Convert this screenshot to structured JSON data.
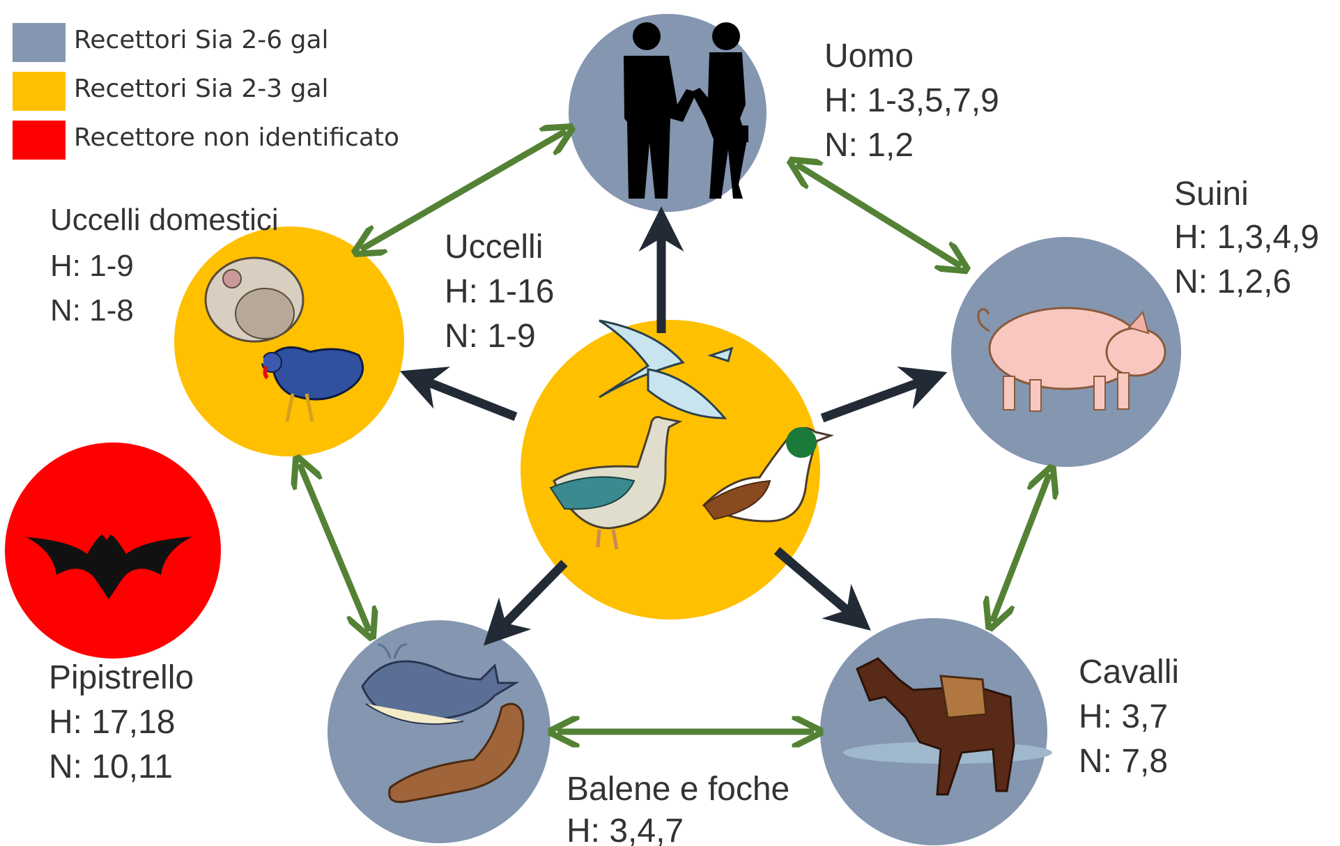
{
  "legend": [
    {
      "label": "Recettori Sia 2-6 gal",
      "color": "#8496b0"
    },
    {
      "label": "Recettori Sia 2-3 gal",
      "color": "#ffc000"
    },
    {
      "label": "Recettore non identificato",
      "color": "#ff0000"
    }
  ],
  "nodes": {
    "uomo": {
      "name": "Uomo",
      "h": "H: 1-3,5,7,9",
      "n": "N: 1,2",
      "color": "#8496b0"
    },
    "suini": {
      "name": "Suini",
      "h": "H: 1,3,4,9",
      "n": "N: 1,2,6",
      "color": "#8496b0"
    },
    "cavalli": {
      "name": "Cavalli",
      "h": "H: 3,7",
      "n": "N: 7,8",
      "color": "#8496b0"
    },
    "balene": {
      "name": "Balene e foche",
      "h": "H: 3,4,7",
      "color": "#8496b0"
    },
    "domestici": {
      "name": "Uccelli domestici",
      "h": "H: 1-9",
      "n": "N: 1-8",
      "color": "#ffc000"
    },
    "uccelli": {
      "name": "Uccelli",
      "h": "H: 1-16",
      "n": "N: 1-9",
      "color": "#ffc000"
    },
    "pipistrello": {
      "name": "Pipistrello",
      "h": "H: 17,18",
      "n": "N: 10,11",
      "color": "#ff0000"
    }
  },
  "colors": {
    "arrow_dark": "#222a35",
    "arrow_green": "#548235"
  },
  "icons": [
    "people-silhouette-icon",
    "pig-icon",
    "horse-icon",
    "whale-icon",
    "seal-icon",
    "turkey-icon",
    "rooster-icon",
    "gull-icon",
    "goose-icon",
    "duck-icon",
    "bat-icon"
  ]
}
